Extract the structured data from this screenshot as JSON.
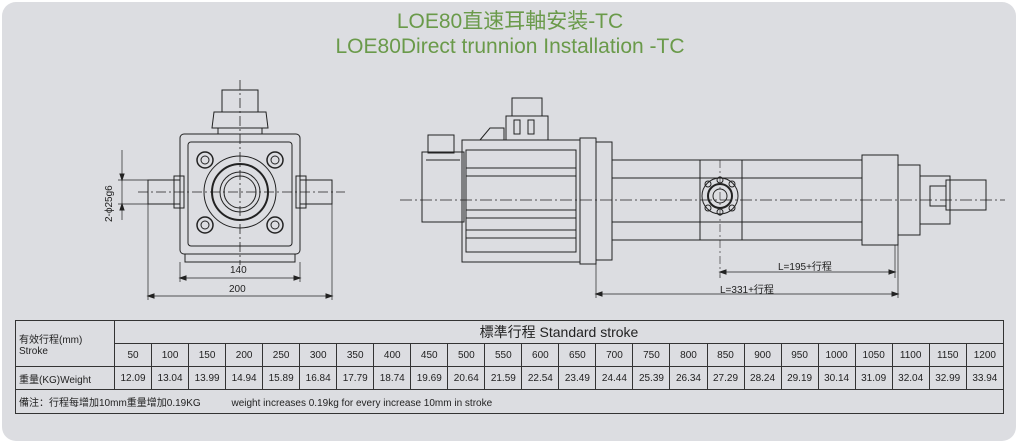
{
  "title": {
    "line1": "LOE80直速耳軸安装-TC",
    "line2": "LOE80Direct trunnion Installation -TC"
  },
  "dimensions": {
    "pin_diameter": "2-ϕ25g6",
    "width_140": "140",
    "width_200": "200",
    "length_195": "L=195+行程",
    "length_331": "L=331+行程"
  },
  "table": {
    "stroke_label": "有效行程(mm)\nStroke",
    "stroke_label_cn": "有效行程(mm)",
    "stroke_label_en": "Stroke",
    "header": "標準行程   Standard stroke",
    "weight_label": "重量(KG)Weight",
    "strokes": [
      "50",
      "100",
      "150",
      "200",
      "250",
      "300",
      "350",
      "400",
      "450",
      "500",
      "550",
      "600",
      "650",
      "700",
      "750",
      "800",
      "850",
      "900",
      "950",
      "1000",
      "1050",
      "1100",
      "1150",
      "1200"
    ],
    "weights": [
      "12.09",
      "13.04",
      "13.99",
      "14.94",
      "15.89",
      "16.84",
      "17.79",
      "18.74",
      "19.69",
      "20.64",
      "21.59",
      "22.54",
      "23.49",
      "24.44",
      "25.39",
      "26.34",
      "27.29",
      "28.24",
      "29.19",
      "30.14",
      "31.09",
      "32.04",
      "32.99",
      "33.94"
    ],
    "note_cn": "備注：行程每增加10mm重量增加0.19KG",
    "note_en": "weight increases 0.19kg for every increase 10mm in stroke"
  }
}
